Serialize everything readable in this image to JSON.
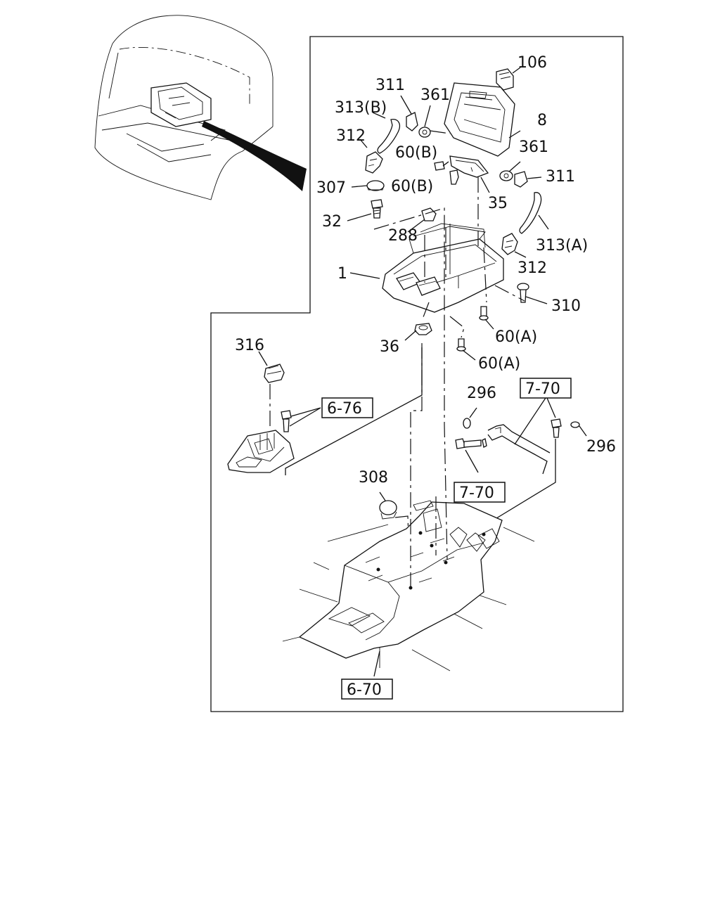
{
  "callouts": {
    "c106": "106",
    "c311a": "311",
    "c361a": "361",
    "c313b": "313(B)",
    "c8": "8",
    "c312a": "312",
    "c60ba": "60(B)",
    "c361b": "361",
    "c311b": "311",
    "c307": "307",
    "c60bb": "60(B)",
    "c35": "35",
    "c32": "32",
    "c288": "288",
    "c313a": "313(A)",
    "c1": "1",
    "c312b": "312",
    "c310": "310",
    "c60aa": "60(A)",
    "c36": "36",
    "c60ab": "60(A)",
    "c316": "316",
    "c296a": "296",
    "c296b": "296",
    "c308": "308"
  },
  "references": {
    "r676": "6-76",
    "r770a": "7-70",
    "r770b": "7-70",
    "r670": "6-70"
  }
}
